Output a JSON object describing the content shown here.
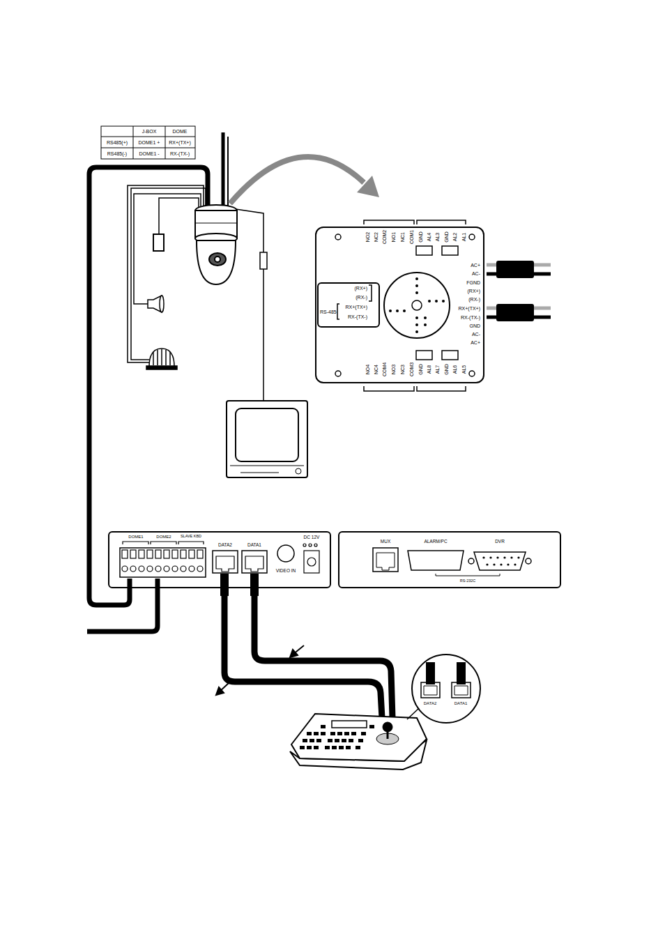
{
  "diagram": {
    "nodes": [
      {
        "text": [
          "NO2",
          "NC2",
          "COM2",
          "NO1",
          "NC1",
          "COM1",
          "GND",
          "AL4",
          "AL3",
          "GND",
          "AL2",
          "AL1",
          "AC+",
          "AC-",
          "FGND",
          "(RX+)",
          "(RX-)",
          "RX+(TX+)",
          "RX-(TX-)",
          "GND",
          "AC-",
          "AC+",
          "NO4",
          "NC4",
          "COM4",
          "NO3",
          "NC3",
          "COM3",
          "GND",
          "AL8",
          "AL7",
          "GND",
          "AL6",
          "AL5"
        ]
      },
      {
        "text": [
          "(RX+)",
          "(RX-)",
          "RS-485",
          "RX+(TX+)",
          "RX-(TX-)"
        ],
        "in": 0
      },
      {
        "text": [
          "DOME1",
          "DOME2",
          "SLAVE KBD",
          "DATA2",
          "DATA1",
          "VIDEO IN",
          "DC 12V"
        ]
      },
      {
        "text": [
          "MUX",
          "ALARM/PC",
          "DVR",
          "RS-232C"
        ]
      },
      {
        "text": [
          "DATA2",
          "DATA1"
        ]
      }
    ],
    "labels": [
      "J-BOX",
      "DOME",
      "RS485(+)",
      "DOME1 +",
      "RX+(TX+)",
      "RS485(-)",
      "DOME1 -",
      "RX-(TX-)"
    ]
  }
}
